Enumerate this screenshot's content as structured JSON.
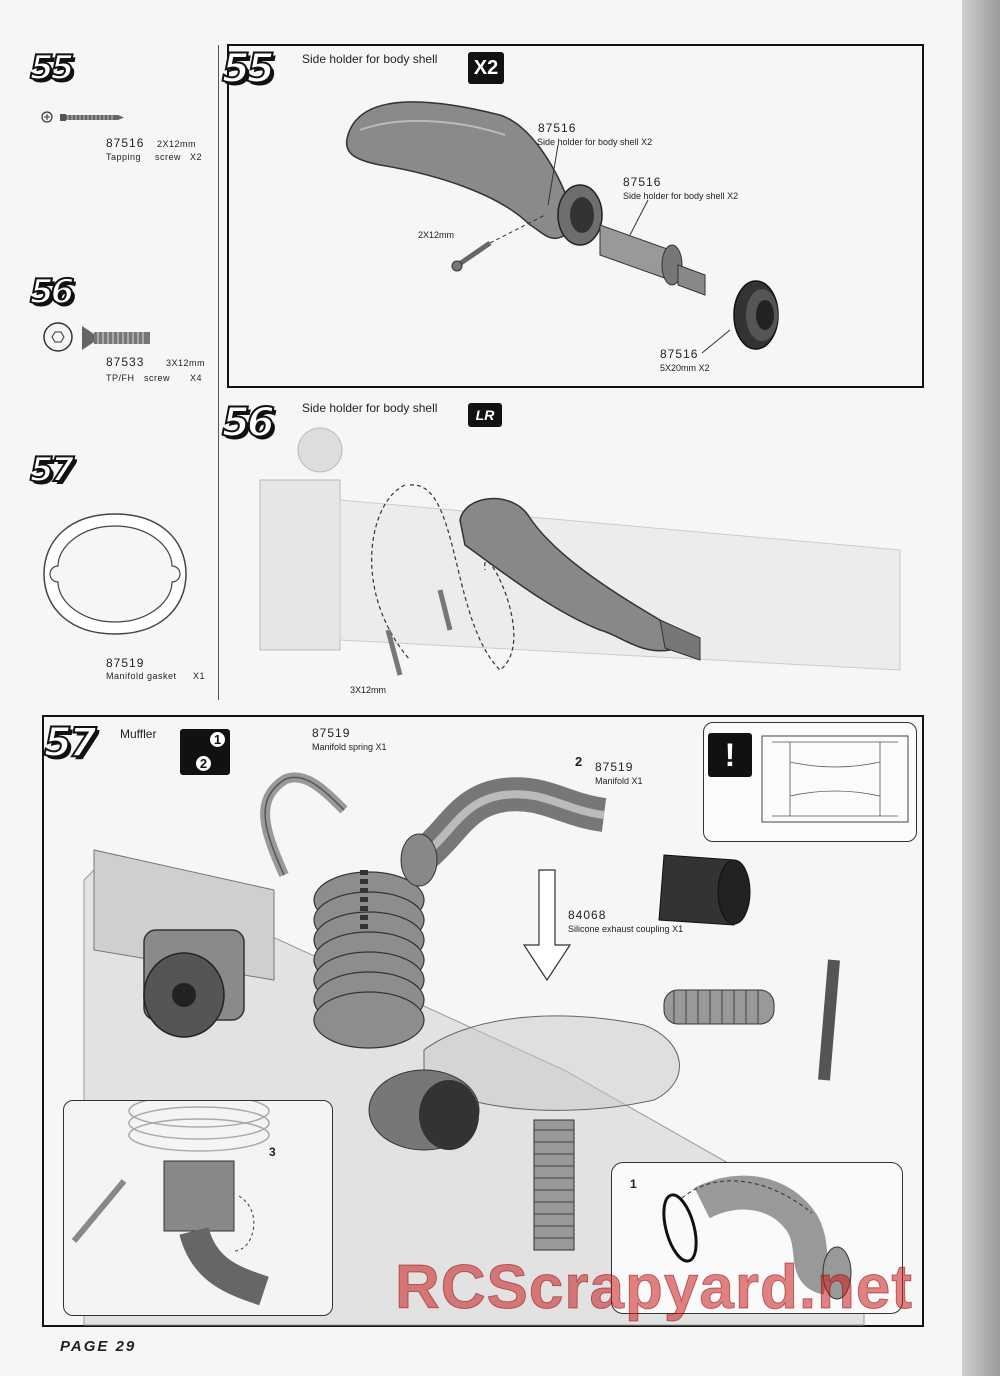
{
  "sidebar": {
    "step55": {
      "number": "55",
      "part_no": "87516",
      "size": "2X12mm",
      "desc": "Tapping",
      "desc2": "screw",
      "qty": "X2"
    },
    "step56": {
      "number": "56",
      "part_no": "87533",
      "size": "3X12mm",
      "desc": "TP/FH",
      "desc2": "screw",
      "qty": "X4"
    },
    "step57": {
      "number": "57",
      "part_no": "87519",
      "desc": "Manifold gasket",
      "qty": "X1"
    }
  },
  "panel55": {
    "number": "55",
    "title": "Side holder for body shell",
    "badge": "X2",
    "label_screw": "2X12mm",
    "label1_no": "87516",
    "label1_desc": "Side holder for body shell  X2",
    "label2_no": "87516",
    "label2_desc": "Side holder for body shell   X2",
    "label3_no": "87516",
    "label3_desc": "5X20mm     X2"
  },
  "panel56": {
    "number": "56",
    "title": "Side holder for body shell",
    "badge": "LR",
    "label_screw": "3X12mm"
  },
  "panel57": {
    "number": "57",
    "title": "Muffler",
    "badge_top": "1",
    "badge_bottom": "2",
    "spring_no": "87519",
    "spring_desc": "Manifold spring   X1",
    "step2": "2",
    "manifold_no": "87519",
    "manifold_desc": "Manifold   X1",
    "coupling_no": "84068",
    "coupling_desc": "Silicone exhaust coupling  X1",
    "warning": "!",
    "inset_left_step": "3",
    "inset_right_step": "1"
  },
  "watermark": "RCScrapyard.net",
  "footer": "PAGE 29",
  "colors": {
    "ink": "#111111",
    "watermark": "#c81e1e",
    "paper": "#f6f6f4"
  }
}
